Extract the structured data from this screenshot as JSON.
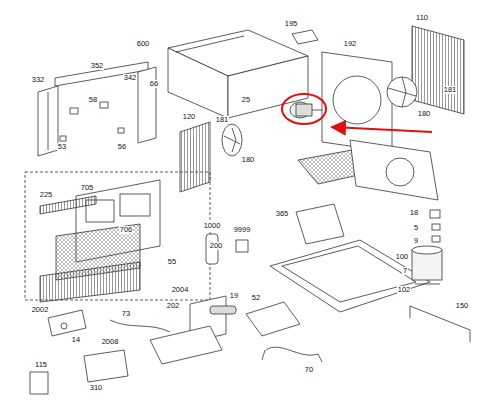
{
  "diagram": {
    "labels": [
      "332",
      "352",
      "342",
      "66",
      "58",
      "53",
      "56",
      "600",
      "195",
      "192",
      "110",
      "25",
      "181",
      "180",
      "120",
      "181",
      "180",
      "705",
      "225",
      "706",
      "200",
      "55",
      "202",
      "9999",
      "1000",
      "365",
      "18",
      "5",
      "9",
      "100",
      "7",
      "102",
      "150",
      "2004",
      "19",
      "52",
      "2002",
      "14",
      "73",
      "2008",
      "115",
      "310",
      "70"
    ]
  }
}
